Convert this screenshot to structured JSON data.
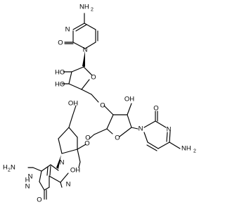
{
  "atom_labels": {
    "amine_top": "NH",
    "amine_top_sub": "2",
    "n3_top": "N",
    "o2_top": "O",
    "n1_top": "N",
    "ho_2prime_top": "HO",
    "ho_3prime_top": "HO",
    "o4_top": "O",
    "o_link_1": "O",
    "oh_2prime_mid": "OH",
    "o4_mid": "O",
    "o2_mid": "O",
    "n3_mid": "N",
    "n1_mid": "N",
    "amine_mid": "NH",
    "amine_mid_sub": "2",
    "oh_5prime_bot": "OH",
    "o4_bot": "O",
    "o_link_2": "O",
    "oh_2prime_bot": "OH",
    "amine_gua": "H",
    "amine_gua_sub": "2",
    "amine_gua_n": "N",
    "n3_gua": "N",
    "n1_gua": "N",
    "n1_gua_h": "H",
    "n9_gua": "N",
    "n7_gua": "N",
    "o6_gua": "O"
  }
}
